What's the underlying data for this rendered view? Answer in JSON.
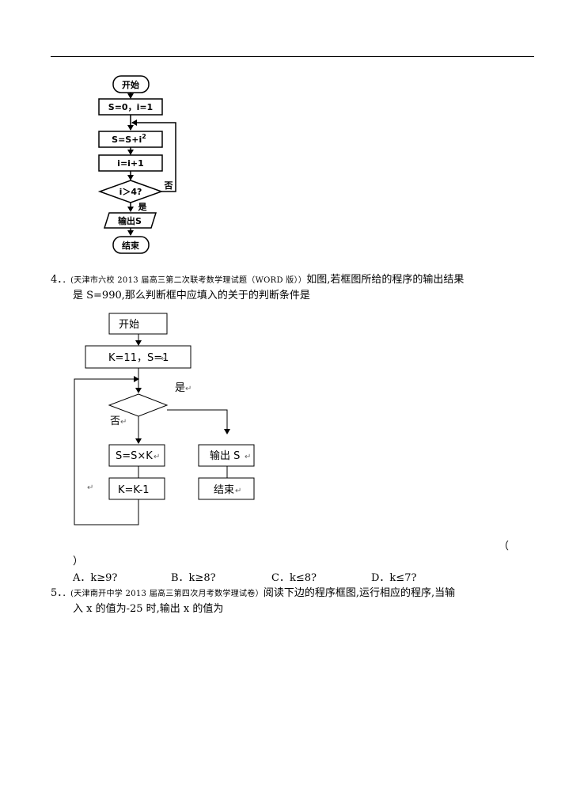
{
  "flowchart1": {
    "start": "开始",
    "init": "S=0，i=1",
    "step1_prefix": "S=S+i",
    "step1_sup": "2",
    "step2": "i=i+1",
    "cond": "i＞4?",
    "no": "否",
    "yes": "是",
    "output": "输出S",
    "end": "结束"
  },
  "q4": {
    "number": "4．",
    "source": "．(天津市六校 2013 届高三第二次联考数学理试题（WORD 版））",
    "text1": "如图,若框图所给的程序的输出结果",
    "text2": "是 S=990,那么判断框中应填入的关于的判断条件是",
    "paren_open": "（",
    "paren_close": "）",
    "options": [
      "A．k≥9?",
      "B．k≥8?",
      "C．k≤8?",
      "D．k≤7?"
    ]
  },
  "flowchart2": {
    "start": "开始",
    "init": "K=11，S=1",
    "yes": "是",
    "no": "否",
    "step1": "S=S×K",
    "step2": "K=K-1",
    "output": "输出 S",
    "end": "结束",
    "mark": "↵"
  },
  "q5": {
    "number": "5．",
    "source": "．(天津南开中学 2013 届高三第四次月考数学理试卷）",
    "text1": "阅读下边的程序框图,运行相应的程序,当输",
    "text2": "入 x 的值为-25 时,输出 x 的值为"
  }
}
